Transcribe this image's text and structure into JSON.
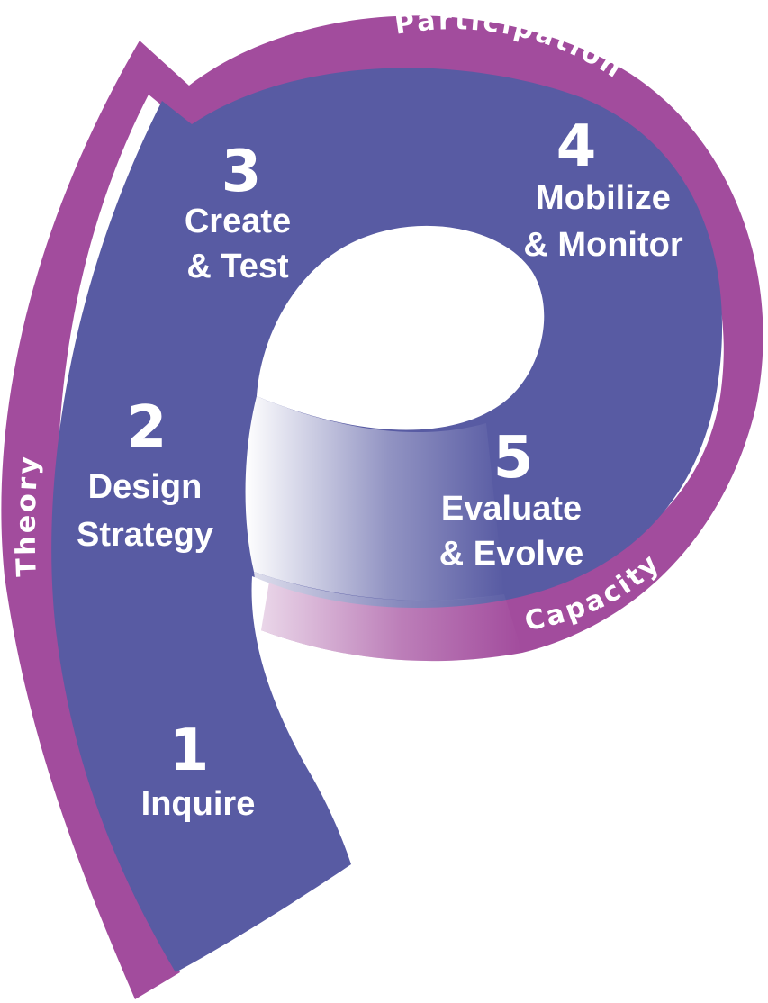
{
  "colors": {
    "outer_band": "#a24c9d",
    "inner_fill": "#585ba3",
    "text": "#ffffff"
  },
  "ring_labels": {
    "top": "Participation",
    "left": "Theory",
    "bottom": "Capacity"
  },
  "steps": [
    {
      "number": "1",
      "lines": [
        "Inquire"
      ]
    },
    {
      "number": "2",
      "lines": [
        "Design",
        "Strategy"
      ]
    },
    {
      "number": "3",
      "lines": [
        "Create",
        "& Test"
      ]
    },
    {
      "number": "4",
      "lines": [
        "Mobilize",
        "& Monitor"
      ]
    },
    {
      "number": "5",
      "lines": [
        "Evaluate",
        "& Evolve"
      ]
    }
  ]
}
